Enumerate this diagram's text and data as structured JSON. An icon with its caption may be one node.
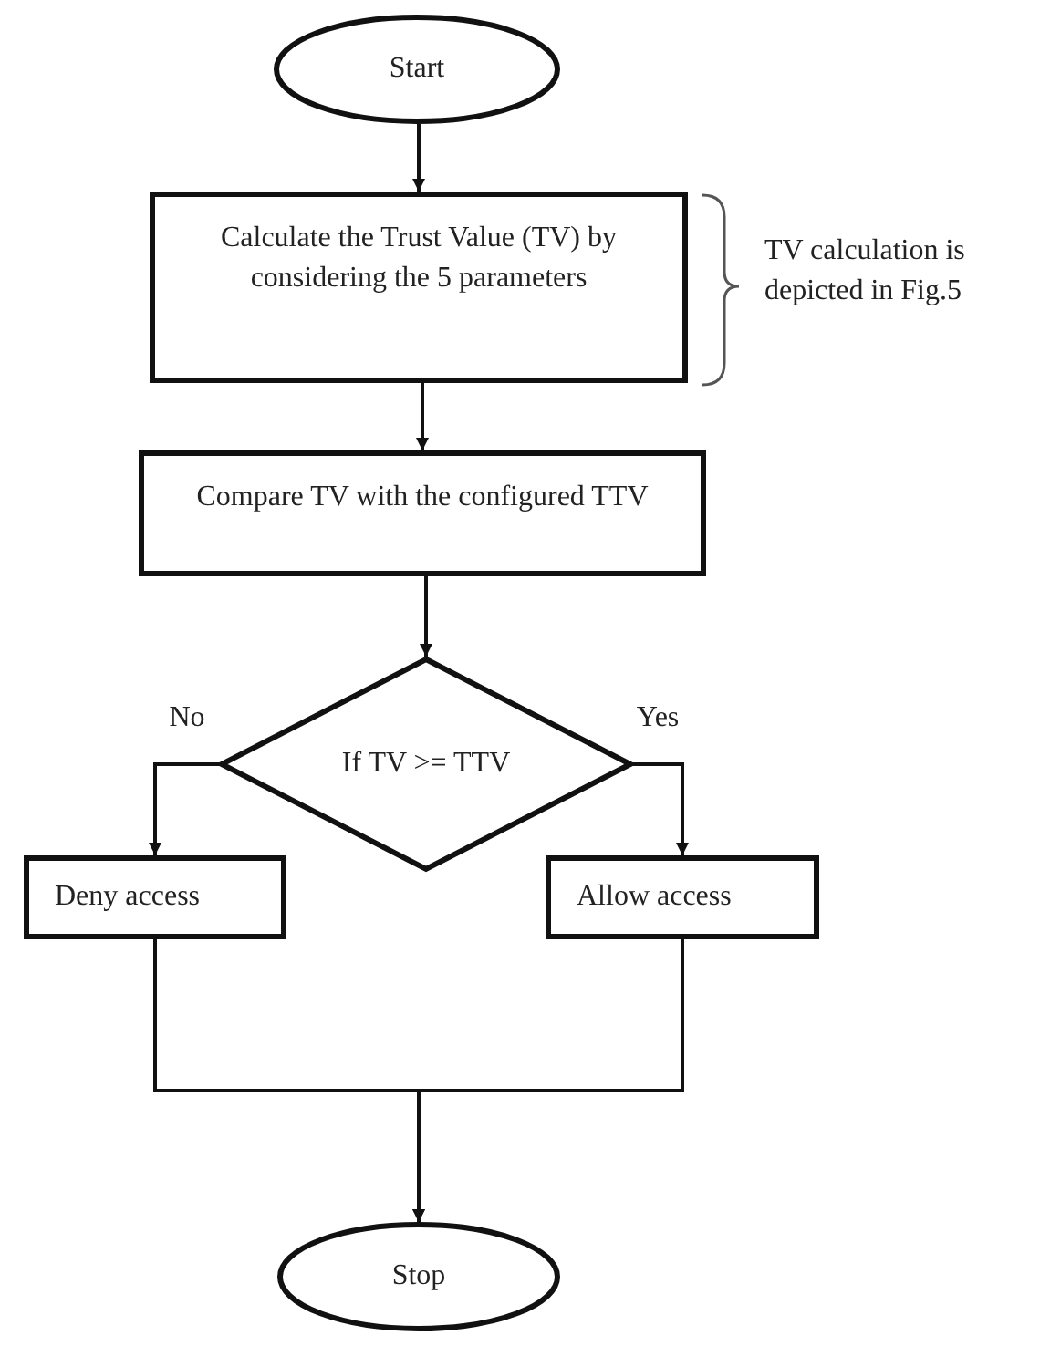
{
  "diagram": {
    "nodes": [
      {
        "text": [
          "Start"
        ]
      },
      {
        "text": [
          "Calculate the Trust Value (TV) by considering the 5 parameters"
        ],
        "beside": [
          "TV calculation is depicted in Fig.5"
        ]
      },
      {
        "text": [
          "Compare TV with the configured TTV"
        ]
      },
      {
        "text": [
          "If TV >= TTV"
        ]
      },
      {
        "text": [
          "Deny access"
        ]
      },
      {
        "text": [
          "Allow access"
        ]
      },
      {
        "text": [
          "Stop"
        ]
      }
    ],
    "edges": [
      {
        "from": 0,
        "to": 1,
        "arrow": "to"
      },
      {
        "from": 1,
        "to": 2,
        "arrow": "to"
      },
      {
        "from": 2,
        "to": 3,
        "arrow": "to"
      },
      {
        "from": 3,
        "to": 4,
        "arrow": "to",
        "label": "No"
      },
      {
        "from": 3,
        "to": 5,
        "arrow": "to",
        "label": "Yes"
      },
      {
        "from": 4,
        "to": 6,
        "arrow": "to"
      },
      {
        "from": 5,
        "to": 6,
        "arrow": "to"
      }
    ]
  }
}
